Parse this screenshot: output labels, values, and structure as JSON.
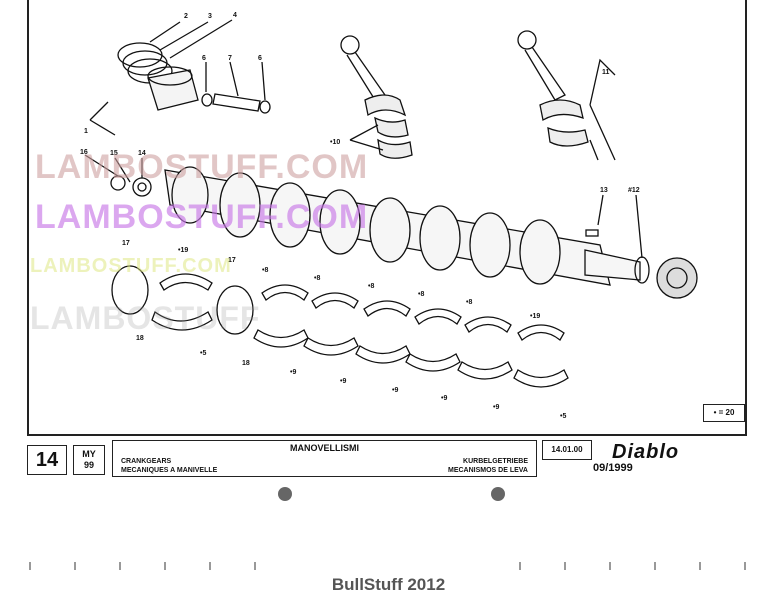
{
  "watermarks": [
    "LAMBOSTUFF.COM",
    "LAMBOSTUFF.COM",
    "LAMBOSTUFF.COM",
    "LAMBOSTUFF"
  ],
  "callouts": {
    "c2": "2",
    "c3": "3",
    "c4": "4",
    "c6a": "6",
    "c7": "7",
    "c6b": "6",
    "c1": "1",
    "c16": "16",
    "c15": "15",
    "c14": "14",
    "c10": "•10",
    "c11": "11",
    "c13": "13",
    "c12": "#12",
    "c17a": "17",
    "c19a": "•19",
    "c8a": "•8",
    "c17b": "17",
    "c8b": "•8",
    "c8c": "•8",
    "c8d": "•8",
    "c8e": "•8",
    "c19b": "•19",
    "c18a": "18",
    "c5a": "•5",
    "c18b": "18",
    "c9a": "•9",
    "c9b": "•9",
    "c9c": "•9",
    "c9d": "•9",
    "c9e": "•9",
    "c5b": "•5"
  },
  "count_note": "• = 20",
  "title_block": {
    "page_number": "14",
    "model_line1": "MY",
    "model_line2": "99",
    "title": "MANOVELLISMI",
    "en": "CRANKGEARS",
    "fr": "MECANIQUES A MANIVELLE",
    "de": "KURBELGETRIEBE",
    "es": "MECANISMOS DE LEVA",
    "code": "14.01.00",
    "brand": "Diablo",
    "date": "09/1999"
  },
  "footer": "BullStuff 2012"
}
